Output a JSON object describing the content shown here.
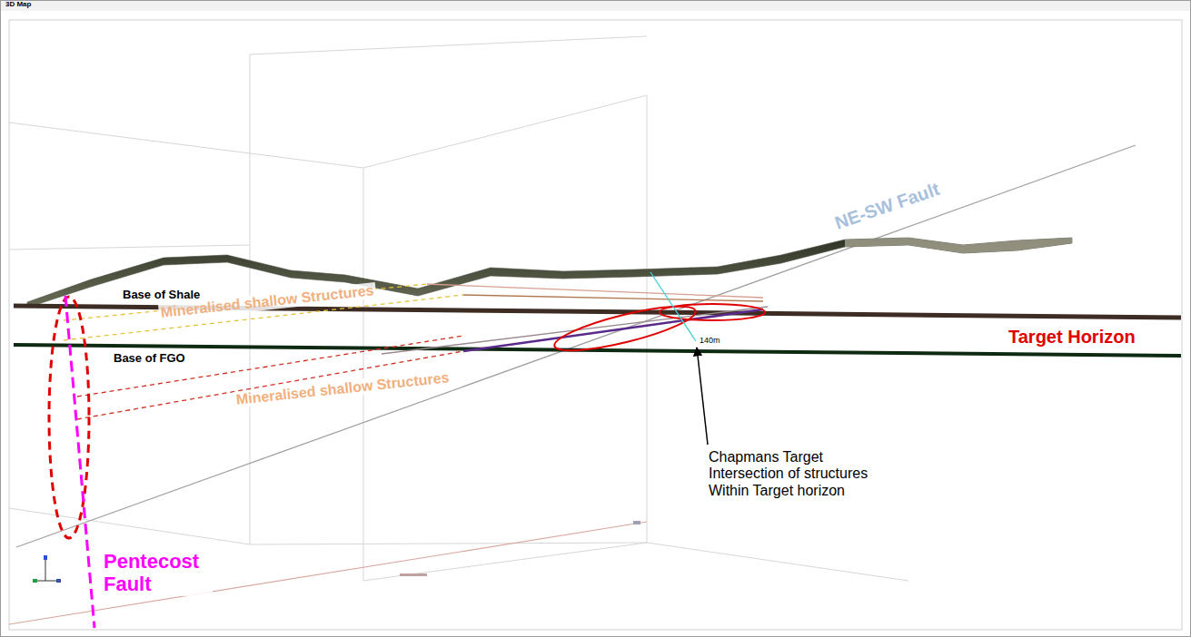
{
  "diagram": {
    "labels": [
      "3D Map",
      "Base of Shale",
      "Mineralised shallow Structures",
      "NE-SW Fault",
      "Target Horizon",
      "Base of FGO",
      "140m",
      "Mineralised shallow Structures",
      "Chapmans Target Intersection of structures Within Target horizon",
      "Pentecost Fault"
    ]
  }
}
